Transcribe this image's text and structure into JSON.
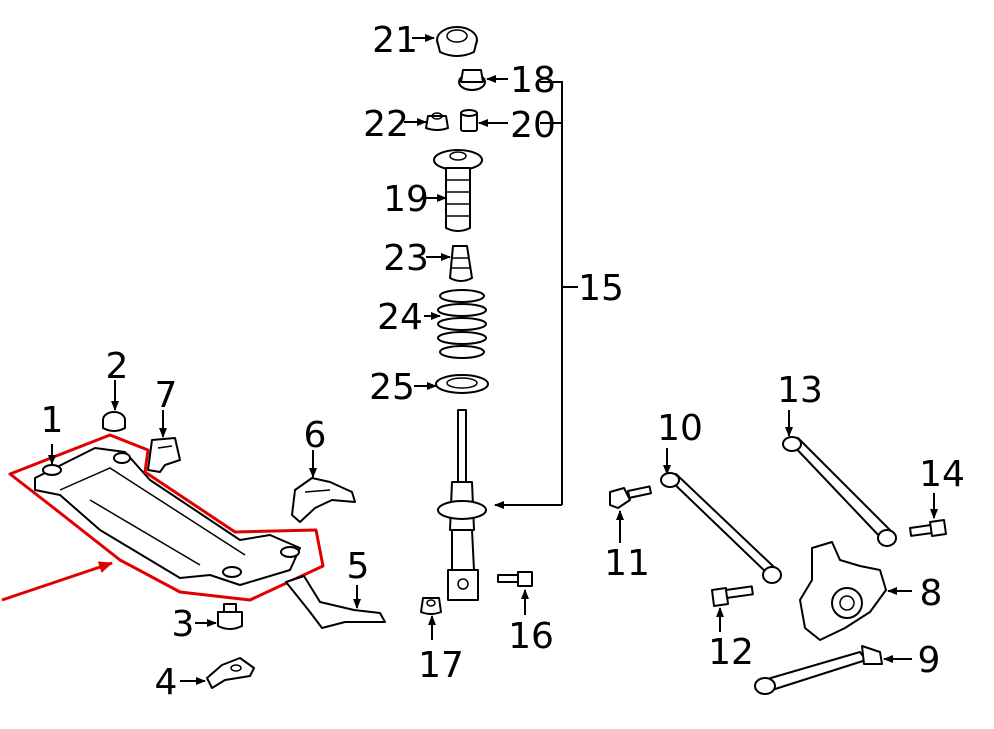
{
  "callouts": {
    "c1": "1",
    "c2": "2",
    "c3": "3",
    "c4": "4",
    "c5": "5",
    "c6": "6",
    "c7": "7",
    "c8": "8",
    "c9": "9",
    "c10": "10",
    "c11": "11",
    "c12": "12",
    "c13": "13",
    "c14": "14",
    "c15": "15",
    "c16": "16",
    "c17": "17",
    "c18": "18",
    "c19": "19",
    "c20": "20",
    "c21": "21",
    "c22": "22",
    "c23": "23",
    "c24": "24",
    "c25": "25"
  },
  "colors": {
    "line": "#000000",
    "highlight": "#e00000",
    "background": "#ffffff"
  },
  "highlighted_part": "1"
}
